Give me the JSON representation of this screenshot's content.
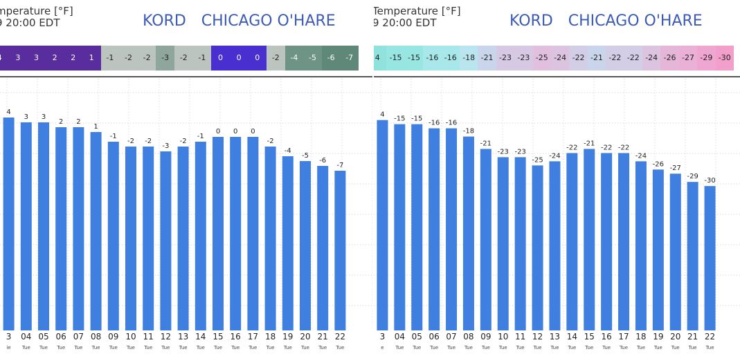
{
  "chart_data": [
    {
      "type": "bar",
      "parameter_line1": "mperature [°F]",
      "parameter_line2": "9 20:00 EDT",
      "station_code": "KORD",
      "station_name": "CHICAGO O'HARE",
      "categories": [
        "3",
        "04",
        "05",
        "06",
        "07",
        "08",
        "09",
        "10",
        "11",
        "12",
        "13",
        "14",
        "15",
        "16",
        "17",
        "18",
        "19",
        "20",
        "21",
        "22"
      ],
      "day_labels": [
        "ie",
        "Tue",
        "Tue",
        "Tue",
        "Tue",
        "Tue",
        "Tue",
        "Tue",
        "Tue",
        "Tue",
        "Tue",
        "Tue",
        "Tue",
        "Tue",
        "Tue",
        "Tue",
        "Tue",
        "Tue",
        "Tue",
        "Tue"
      ],
      "values": [
        4,
        3,
        3,
        2,
        2,
        1,
        -1,
        -2,
        -2,
        -3,
        -2,
        -1,
        0,
        0,
        0,
        -2,
        -4,
        -5,
        -6,
        -7
      ],
      "labels": [
        "4",
        "3",
        "3",
        "2",
        "2",
        "1",
        "-1",
        "-2",
        "-2",
        "-3",
        "-2",
        "-1",
        "0",
        "0",
        "0",
        "-2",
        "-4",
        "-5",
        "-6",
        "-7"
      ],
      "ylim": [
        -40,
        12
      ],
      "grid": true,
      "bar_color": "#3f7fe0",
      "heat_colors": [
        "#5a2d9e",
        "#5a2d9e",
        "#5a2d9e",
        "#5a2d9e",
        "#5a2d9e",
        "#5a2d9e",
        "#bcc4bf",
        "#bcc4bf",
        "#bcc4bf",
        "#8fa69c",
        "#bcc4bf",
        "#bcc4bf",
        "#4a2fd0",
        "#4a2fd0",
        "#4a2fd0",
        "#bcc4bf",
        "#6e9486",
        "#6e9486",
        "#5f8878",
        "#5f8878"
      ]
    },
    {
      "type": "bar",
      "parameter_line1": "Temperature [°F]",
      "parameter_line2": "9 20:00 EDT",
      "station_code": "KORD",
      "station_name": "CHICAGO O'HARE",
      "categories": [
        "3",
        "04",
        "05",
        "06",
        "07",
        "08",
        "09",
        "10",
        "11",
        "12",
        "13",
        "14",
        "15",
        "16",
        "17",
        "18",
        "19",
        "20",
        "21",
        "22"
      ],
      "day_labels": [
        "e",
        "Tue",
        "Tue",
        "Tue",
        "Tue",
        "Tue",
        "Tue",
        "Tue",
        "Tue",
        "Tue",
        "Tue",
        "Tue",
        "Tue",
        "Tue",
        "Tue",
        "Tue",
        "Tue",
        "Tue",
        "Tue",
        "Tue"
      ],
      "values": [
        -14,
        -15,
        -15,
        -16,
        -16,
        -18,
        -21,
        -23,
        -23,
        -25,
        -24,
        -22,
        -21,
        -22,
        -22,
        -24,
        -26,
        -27,
        -29,
        -30
      ],
      "labels": [
        "4",
        "-15",
        "-15",
        "-16",
        "-16",
        "-18",
        "-21",
        "-23",
        "-23",
        "-25",
        "-24",
        "-22",
        "-21",
        "-22",
        "-22",
        "-24",
        "-26",
        "-27",
        "-29",
        "-30"
      ],
      "ylim": [
        -65,
        -4
      ],
      "grid": true,
      "bar_color": "#3f7fe0",
      "heat_colors": [
        "#8fe3dc",
        "#97e6e2",
        "#97e6e2",
        "#a8e8ea",
        "#a8e8ea",
        "#b9e6ee",
        "#c9d5ea",
        "#d7c8e3",
        "#d7c8e3",
        "#e0bfdf",
        "#dcc3e0",
        "#d3cde6",
        "#c9d5ea",
        "#d3cde6",
        "#d3cde6",
        "#dcc3e0",
        "#e6b6d9",
        "#eab0d6",
        "#efa6d0",
        "#f29fcb"
      ]
    }
  ]
}
